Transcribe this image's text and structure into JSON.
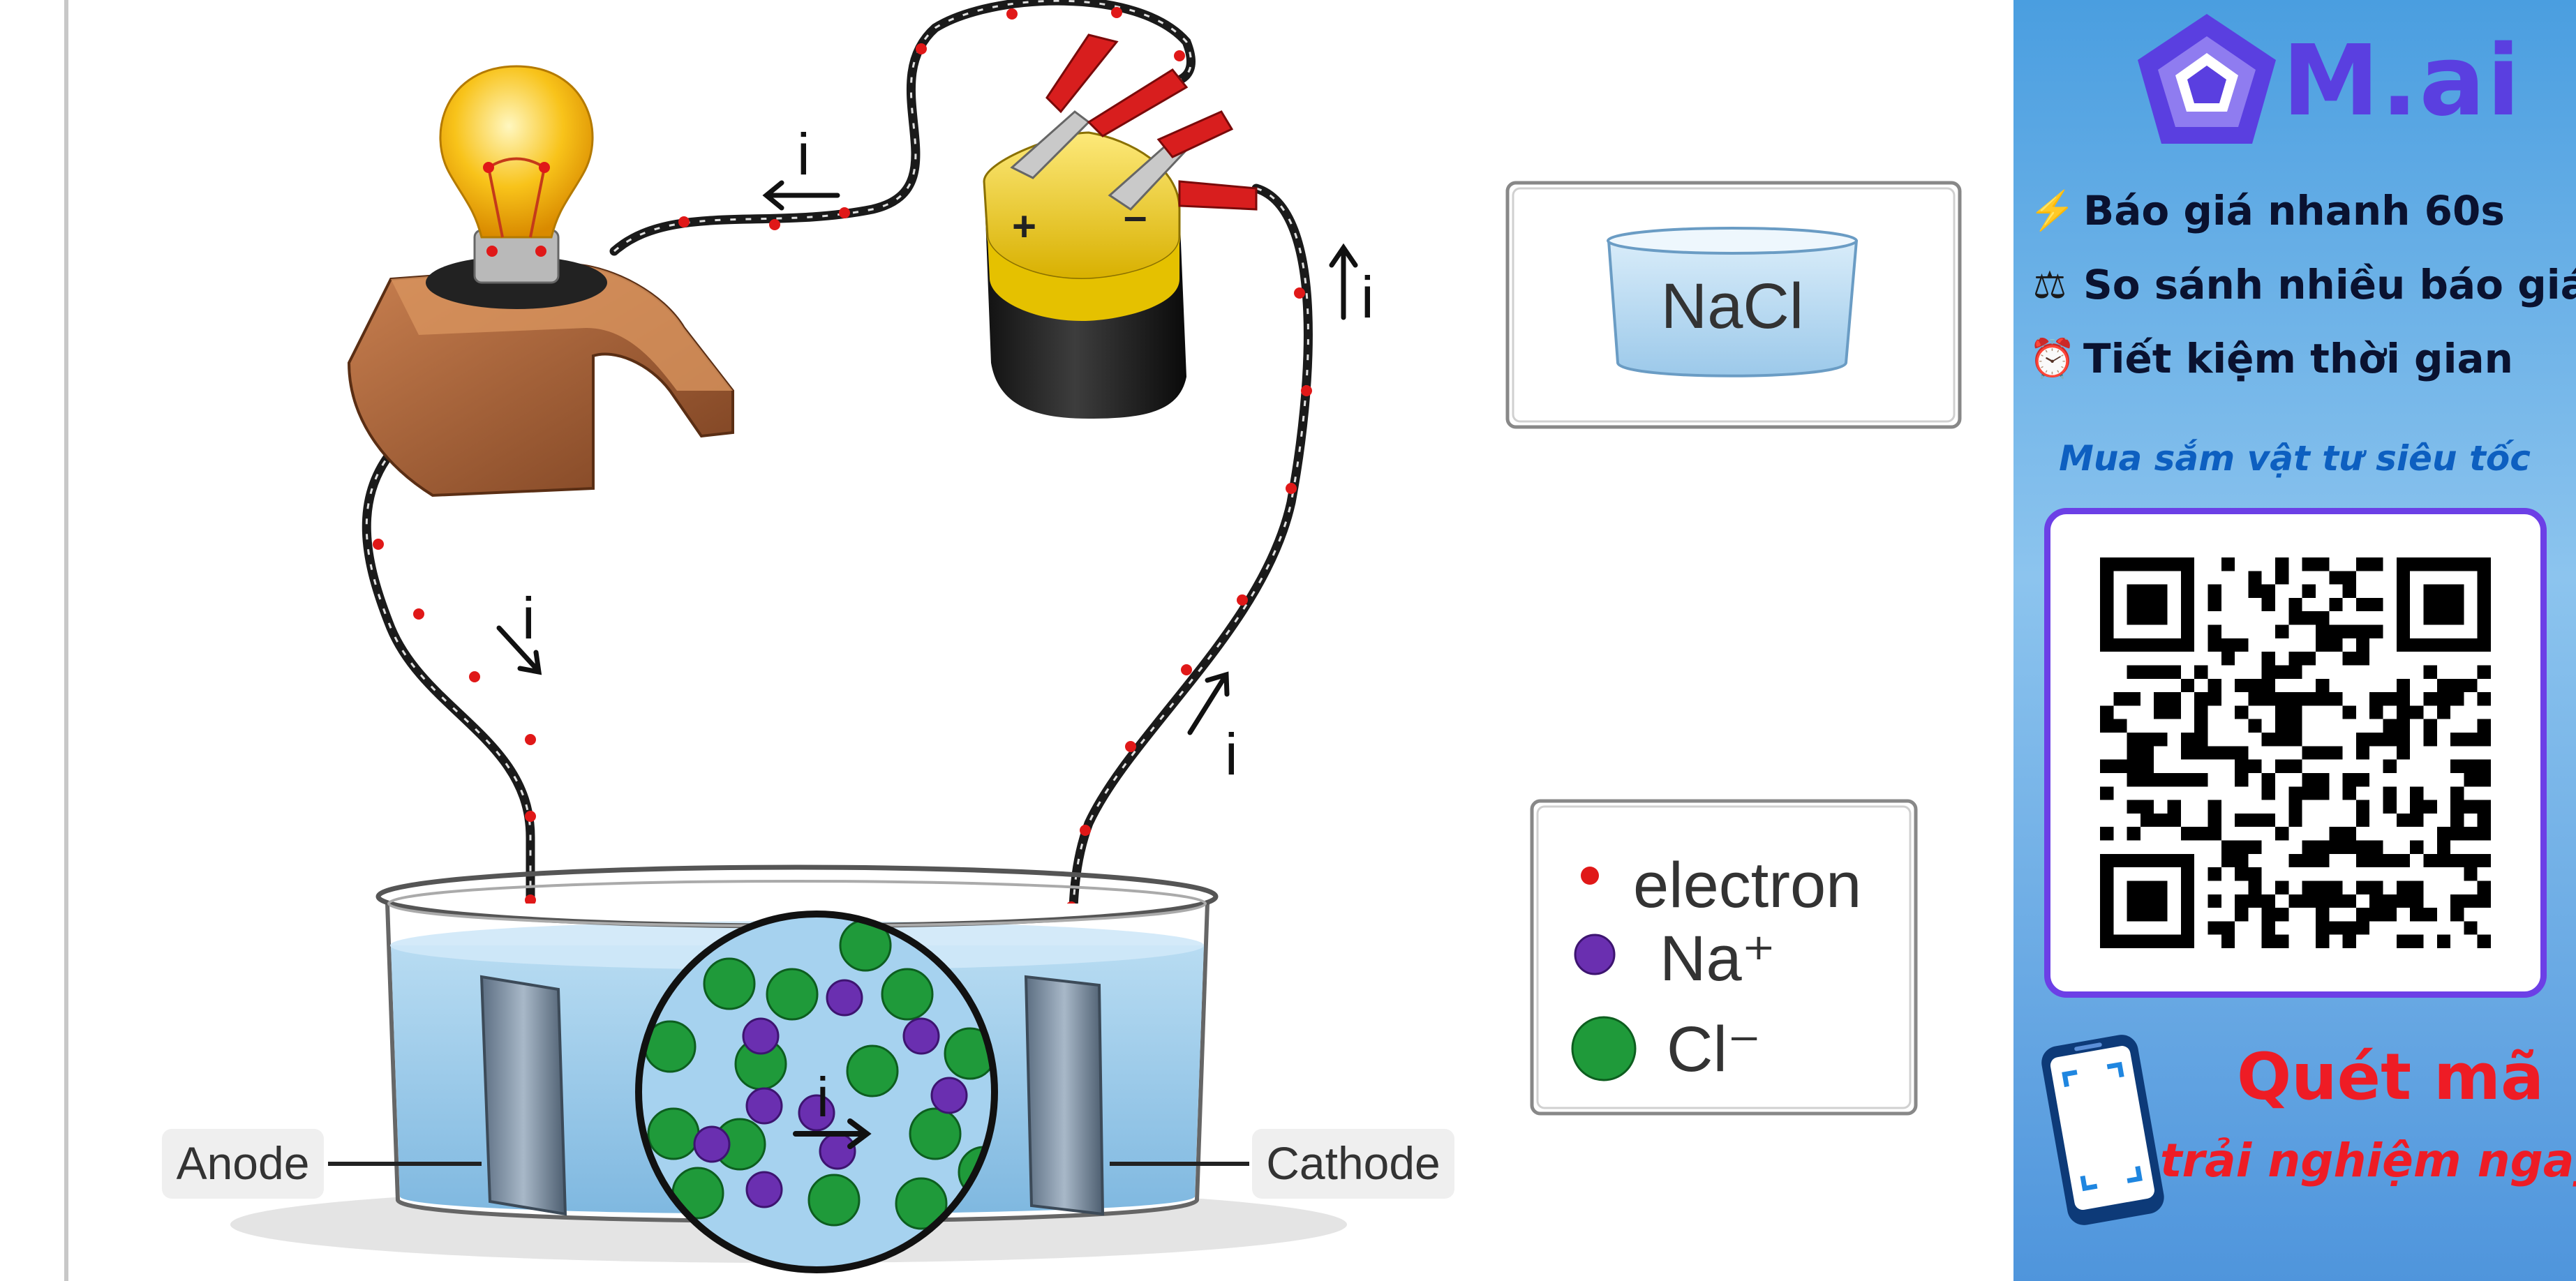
{
  "diagram": {
    "current_label": "i",
    "solution_label": "NaCl",
    "anode_label": "Anode",
    "cathode_label": "Cathode",
    "legend": [
      {
        "label": "electron",
        "color": "#e01818"
      },
      {
        "label": "Na⁺",
        "color": "#6a2fb0"
      },
      {
        "label": "Cl⁻",
        "color": "#1f9a3a"
      }
    ]
  },
  "sidebar": {
    "brand": "M.ai",
    "brand_color": "#5a3fe0",
    "features": [
      {
        "icon": "lightning-icon",
        "glyph": "⚡",
        "text": "Báo giá nhanh 60s"
      },
      {
        "icon": "balance-scale-icon",
        "glyph": "⚖",
        "text": "So sánh nhiều báo giá"
      },
      {
        "icon": "alarm-clock-icon",
        "glyph": "⏰",
        "text": "Tiết kiệm thời gian"
      }
    ],
    "tagline": "Mua sắm vật tư siêu tốc",
    "cta_line1": "Quét mã",
    "cta_line2": "trải nghiệm ngay",
    "cta_color": "#ee1c25"
  }
}
